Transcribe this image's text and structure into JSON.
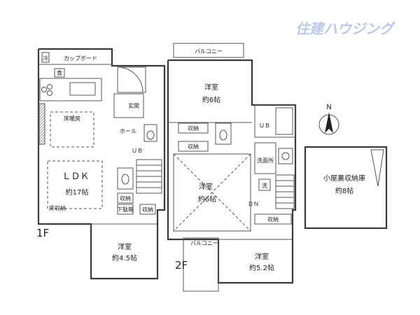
{
  "logo": "住建ハウジング",
  "floors": {
    "f1": "1F",
    "f2": "2F"
  },
  "f1": {
    "cupboard": "カップボード",
    "fridge": "冷",
    "dishwasher": "食",
    "floor_heating": "床暖房",
    "ldk_name": "ＬＤＫ",
    "ldk_size": "約17帖",
    "floor_storage": "床収納",
    "entrance": "玄関",
    "hall": "ホール",
    "ub": "ＵＢ",
    "storage1": "収納",
    "storage2": "収納",
    "shoe_storage": "下駄箱",
    "room_name": "洋室",
    "room_size": "約4.5帖"
  },
  "f2": {
    "balcony_top": "バルコニー",
    "balcony_bottom": "バルコニー",
    "room1_name": "洋室",
    "room1_size": "約6帖",
    "room2_name": "洋室",
    "room2_size": "約6帖",
    "room3_name": "洋室",
    "room3_size": "約5.2帖",
    "storage1": "収納",
    "storage2": "収納",
    "storage3": "収納",
    "ub": "ＵＢ",
    "washroom": "洗面所",
    "wash": "洗",
    "dn": "ＤＮ"
  },
  "attic": {
    "name": "小屋裏収納庫",
    "size": "約8帖"
  },
  "compass": {
    "north": "N"
  }
}
